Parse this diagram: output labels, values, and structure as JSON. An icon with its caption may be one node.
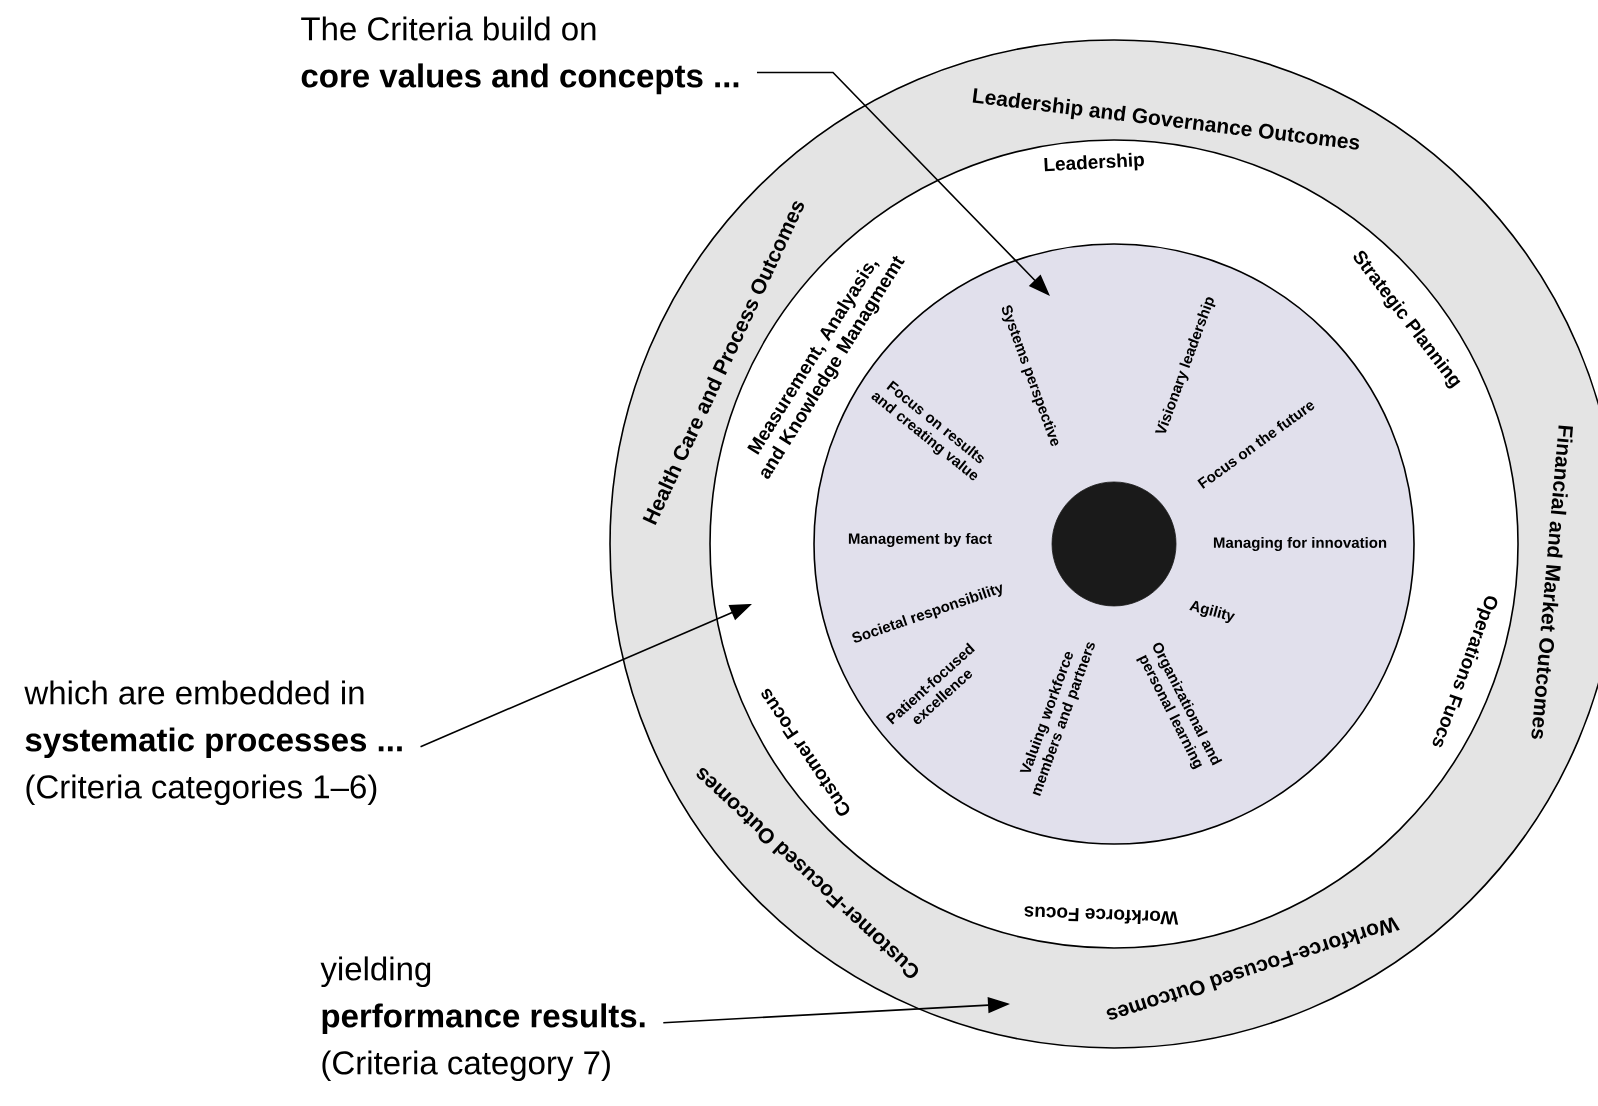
{
  "diagram": {
    "nodes": [
      {
        "text": [
          "The Criteria build on",
          "core values and concepts ..."
        ]
      },
      {
        "text": [
          "Leadership and Governance Outcomes",
          "Financial and Market Outcomes",
          "Workforce-Focused Outcomes",
          "Customer-Focused Outcomes",
          "Health Care and Process Outcomes"
        ]
      },
      {
        "text": [
          "Leadership",
          "Strategic Planning",
          "Operations Fuocs",
          "Workforce Focus",
          "Customer Focus",
          "Measurement, Analyasis, and Knowledge Managmemt"
        ],
        "in": 1
      },
      {
        "text": [
          "Systems perspective",
          "Visionary leadership",
          "Focus on the future",
          "Managing for innovation",
          "Agility",
          "Organizational and personal learning",
          "Valuing workforce members and partners",
          "Patient-focused excellence",
          "Societal responsibility",
          "Management by fact",
          "Focus on results and creating value"
        ],
        "in": 2
      },
      {
        "text": [],
        "shape": "circle",
        "in": 3
      },
      {
        "text": [
          "which are embedded in",
          "systematic processes ...",
          "(Criteria categories 1–6)"
        ]
      },
      {
        "text": [
          "yielding",
          "performance results.",
          "(Criteria category 7)"
        ]
      }
    ],
    "edges": [
      {
        "from": 0,
        "to": 3,
        "arrow": "to"
      },
      {
        "from": 5,
        "to": 2,
        "arrow": "to"
      },
      {
        "from": 6,
        "to": 1,
        "arrow": "to"
      }
    ]
  }
}
